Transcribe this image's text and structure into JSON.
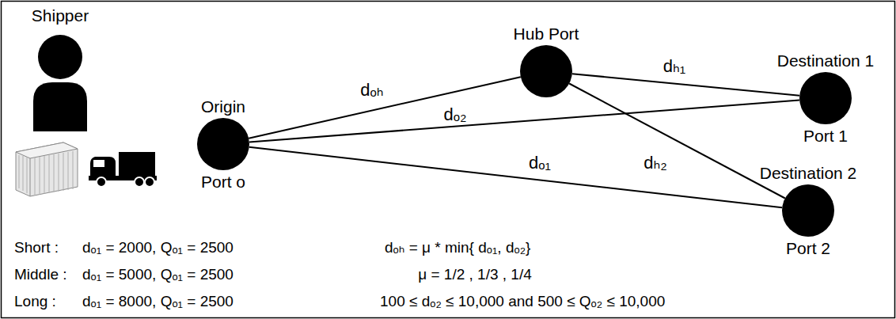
{
  "diagram": {
    "nodes": [
      {
        "text": [
          "Origin",
          "Port o"
        ]
      },
      {
        "text": [
          "Hub Port"
        ]
      },
      {
        "text": [
          "Destination 1",
          "Port 1"
        ]
      },
      {
        "text": [
          "Destination 2",
          "Port 2"
        ]
      }
    ],
    "edges": [
      {
        "from": 0,
        "to": 1,
        "arrow": "none",
        "label": "dₒₕ"
      },
      {
        "from": 0,
        "to": 2,
        "arrow": "none",
        "label": "dₒ₂"
      },
      {
        "from": 1,
        "to": 2,
        "arrow": "none",
        "label": "dₕ₁"
      },
      {
        "from": 0,
        "to": 3,
        "arrow": "none",
        "label": "dₒ₁"
      },
      {
        "from": 1,
        "to": 3,
        "arrow": "none",
        "label": "dₕ₂"
      }
    ],
    "labels": [
      "Shipper",
      "Short :",
      "dₒ₁ = 2000, Qₒ₁ = 2500",
      "Middle :",
      "dₒ₁ = 5000, Qₒ₁ = 2500",
      "Long :",
      "dₒ₁ = 8000, Qₒ₁ = 2500",
      "dₒₕ = μ * min{ dₒ₁, dₒ₂}",
      "μ = 1/2 , 1/3 , 1/4",
      "100 ≤ dₒ₂ ≤ 10,000 and 500 ≤ Qₒ₂ ≤ 10,000"
    ]
  }
}
